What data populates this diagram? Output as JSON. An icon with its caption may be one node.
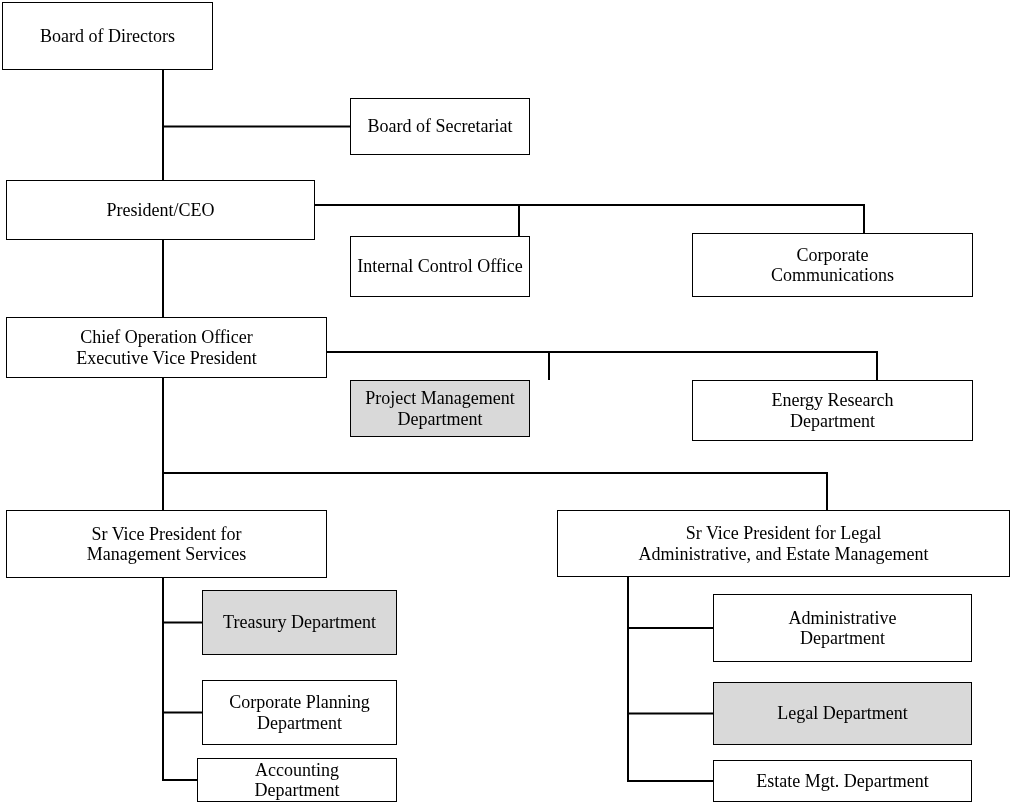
{
  "diagram": {
    "nodes": [
      {
        "text": [
          "Board of Directors"
        ]
      },
      {
        "text": [
          "Board of Secretariat"
        ]
      },
      {
        "text": [
          "President/CEO"
        ]
      },
      {
        "text": [
          "Internal Control Office"
        ]
      },
      {
        "text": [
          "Corporate Communications"
        ]
      },
      {
        "text": [
          "Chief Operation Officer",
          "Executive Vice President"
        ]
      },
      {
        "text": [
          "Project Management Department"
        ]
      },
      {
        "text": [
          "Energy Research Department"
        ]
      },
      {
        "text": [
          "Sr Vice President for Management Services"
        ]
      },
      {
        "text": [
          "Sr Vice President for Legal Administrative, and Estate Management"
        ]
      },
      {
        "text": [
          "Treasury Department"
        ]
      },
      {
        "text": [
          "Corporate Planning Department"
        ]
      },
      {
        "text": [
          "Accounting Department"
        ]
      },
      {
        "text": [
          "Administrative Department"
        ]
      },
      {
        "text": [
          "Legal Department"
        ]
      },
      {
        "text": [
          "Estate Mgt. Department"
        ]
      }
    ],
    "edges": [
      {
        "from": 0,
        "to": 1,
        "arrow": "none"
      },
      {
        "from": 0,
        "to": 2,
        "arrow": "none"
      },
      {
        "from": 2,
        "to": 3,
        "arrow": "none"
      },
      {
        "from": 2,
        "to": 4,
        "arrow": "none"
      },
      {
        "from": 2,
        "to": 5,
        "arrow": "none"
      },
      {
        "from": 5,
        "to": 6,
        "arrow": "none"
      },
      {
        "from": 5,
        "to": 7,
        "arrow": "none"
      },
      {
        "from": 5,
        "to": 8,
        "arrow": "none"
      },
      {
        "from": 5,
        "to": 9,
        "arrow": "none"
      },
      {
        "from": 8,
        "to": 10,
        "arrow": "none"
      },
      {
        "from": 8,
        "to": 11,
        "arrow": "none"
      },
      {
        "from": 8,
        "to": 12,
        "arrow": "none"
      },
      {
        "from": 9,
        "to": 13,
        "arrow": "none"
      },
      {
        "from": 9,
        "to": 14,
        "arrow": "none"
      },
      {
        "from": 9,
        "to": 15,
        "arrow": "none"
      }
    ]
  }
}
